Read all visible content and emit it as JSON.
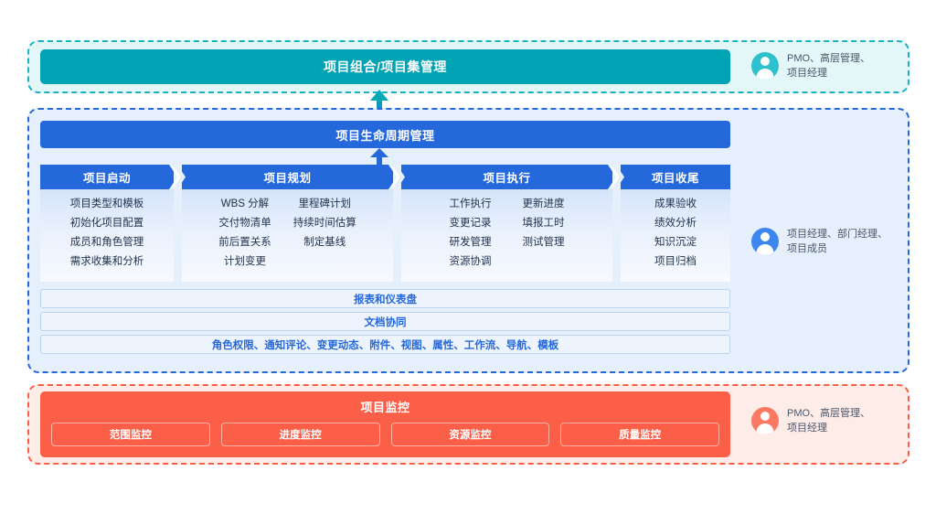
{
  "colors": {
    "teal": "#00A3B4",
    "blue": "#2468DC",
    "red": "#FC5F48",
    "teal_dash": "#1BB3C4",
    "blue_dash": "#2468DC",
    "red_dash": "#FC5F48"
  },
  "portfolio": {
    "title": "项目组合/项目集管理",
    "role": "PMO、高层管理、\n项目经理"
  },
  "lifecycle": {
    "title": "项目生命周期管理",
    "role": "项目经理、部门经理、\n项目成员",
    "stages": [
      {
        "name": "项目启动",
        "columns": [
          [
            "项目类型和模板",
            "初始化项目配置",
            "成员和角色管理",
            "需求收集和分析"
          ]
        ]
      },
      {
        "name": "项目规划",
        "columns": [
          [
            "WBS 分解",
            "交付物清单",
            "前后置关系",
            "计划变更"
          ],
          [
            "里程碑计划",
            "持续时间估算",
            "制定基线"
          ]
        ]
      },
      {
        "name": "项目执行",
        "columns": [
          [
            "工作执行",
            "变更记录",
            "研发管理",
            "资源协调"
          ],
          [
            "更新进度",
            "填报工时",
            "测试管理"
          ]
        ]
      },
      {
        "name": "项目收尾",
        "columns": [
          [
            "成果验收",
            "绩效分析",
            "知识沉淀",
            "项目归档"
          ]
        ]
      }
    ],
    "bars": [
      "报表和仪表盘",
      "文档协同",
      "角色权限、通知评论、变更动态、附件、视图、属性、工作流、导航、模板"
    ]
  },
  "monitoring": {
    "title": "项目监控",
    "role": "PMO、高层管理、\n项目经理",
    "chips": [
      "范围监控",
      "进度监控",
      "资源监控",
      "质量监控"
    ]
  }
}
